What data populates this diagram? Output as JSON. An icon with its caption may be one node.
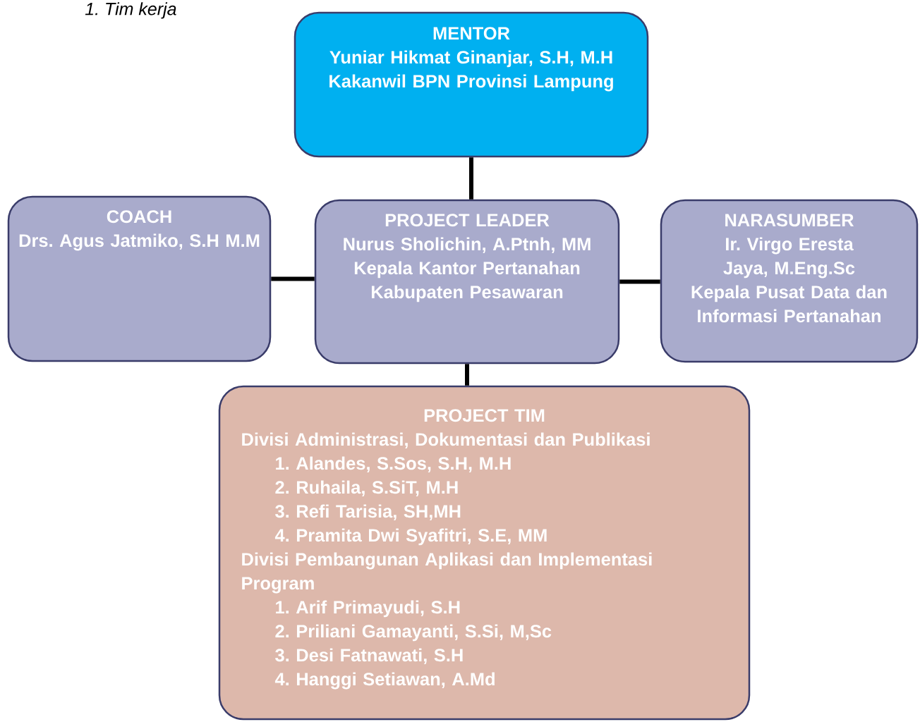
{
  "diagram": {
    "nodes": [
      {
        "text": [
          "MENTOR",
          "Yuniar Hikmat Ginanjar, S.H, M.H",
          "Kakanwil BPN Provinsi Lampung"
        ]
      },
      {
        "text": [
          "COACH",
          "Drs. Agus Jatmiko, S.H M.M"
        ]
      },
      {
        "text": [
          "PROJECT LEADER",
          "Nurus Sholichin, A.Ptnh, MM",
          "Kepala Kantor Pertanahan Kabupaten Pesawaran"
        ]
      },
      {
        "text": [
          "NARASUMBER",
          "Ir. Virgo Eresta Jaya, M.Eng.Sc",
          "Kepala Pusat Data dan Informasi Pertanahan"
        ]
      },
      {
        "text": [
          "PROJECT TIM",
          "Divisi Administrasi, Dokumentasi dan Publikasi",
          "1. Alandes, S.Sos, S.H, M.H",
          "2. Ruhaila, S.SiT, M.H",
          "3. Refi Tarisia, SH,MH",
          "4. Pramita Dwi Syafitri, S.E, MM",
          "Divisi Pembangunan Aplikasi dan Implementasi Program",
          "1. Arif Primayudi, S.H",
          "2. Priliani Gamayanti, S.Si, M,Sc",
          "3. Desi Fatnawati, S.H",
          "4. Hanggi Setiawan, A.Md"
        ]
      }
    ],
    "edges": [
      {
        "from": 0,
        "to": 2,
        "arrow": "none"
      },
      {
        "from": 1,
        "to": 2,
        "arrow": "none"
      },
      {
        "from": 2,
        "to": 3,
        "arrow": "none"
      },
      {
        "from": 2,
        "to": 4,
        "arrow": "none"
      }
    ],
    "labels": [
      "1. Tim kerja"
    ]
  }
}
